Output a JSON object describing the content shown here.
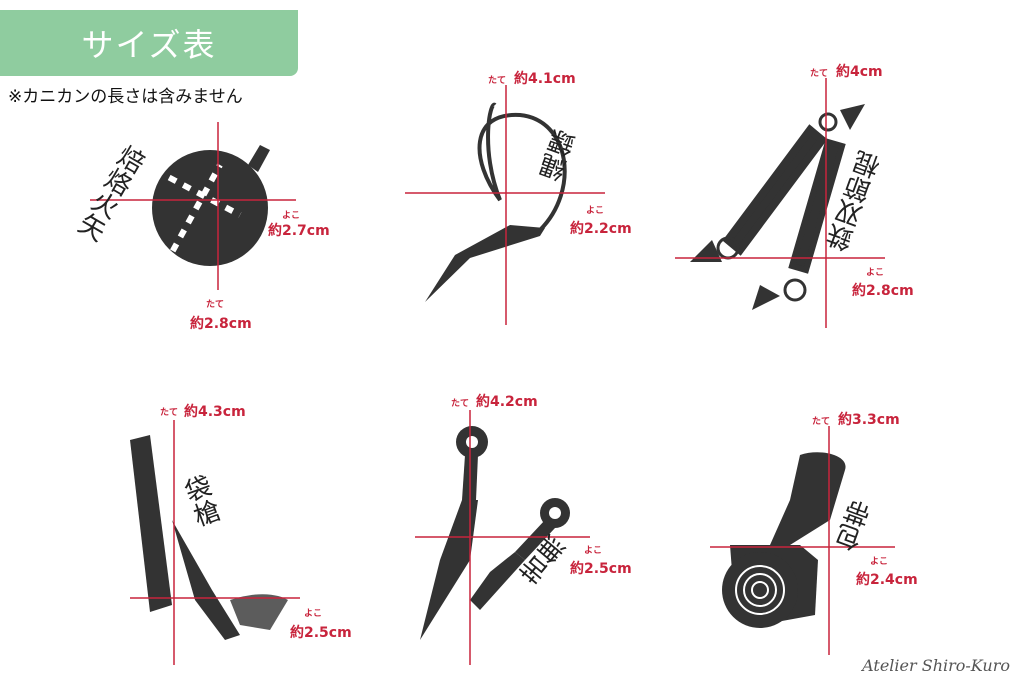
{
  "header": {
    "title": "サイズ表",
    "note": "※カニカンの長さは含みません"
  },
  "colors": {
    "banner": "#8fcc9f",
    "measure": "#c8243c",
    "silhouette": "#333333"
  },
  "labels": {
    "height": "たて",
    "width": "よこ"
  },
  "items": [
    {
      "name": "焙烙火矢",
      "height": "約2.8cm",
      "width": "約2.7cm"
    },
    {
      "name": "縄鏢",
      "height": "約4.1cm",
      "width": "約2.2cm"
    },
    {
      "name": "鉄双節棍",
      "height": "約4cm",
      "width": "約2.8cm"
    },
    {
      "name": "袋槍",
      "height": "約4.3cm",
      "width": "約2.5cm"
    },
    {
      "name": "苦無",
      "height": "約4.2cm",
      "width": "約2.5cm"
    },
    {
      "name": "包帯",
      "height": "約3.3cm",
      "width": "約2.4cm"
    }
  ],
  "signature": "Atelier Shiro-Kuro"
}
